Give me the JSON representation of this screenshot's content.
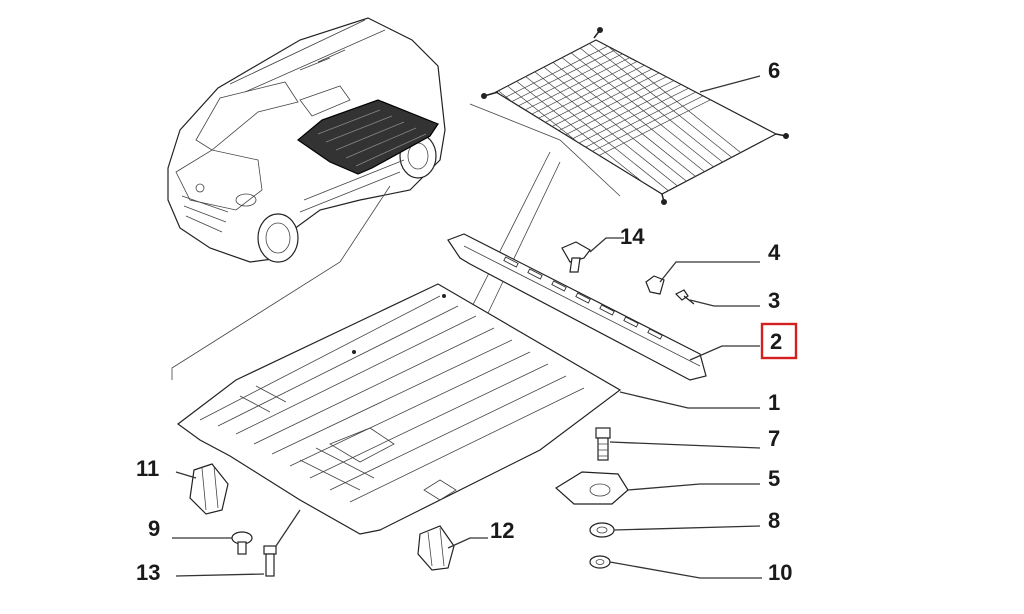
{
  "diagram": {
    "highlight_color": "#d21f1f",
    "callouts": [
      {
        "id": "c1",
        "label": "1"
      },
      {
        "id": "c2",
        "label": "2",
        "highlighted": true
      },
      {
        "id": "c3",
        "label": "3"
      },
      {
        "id": "c4",
        "label": "4"
      },
      {
        "id": "c5",
        "label": "5"
      },
      {
        "id": "c6",
        "label": "6"
      },
      {
        "id": "c7",
        "label": "7"
      },
      {
        "id": "c8",
        "label": "8"
      },
      {
        "id": "c9",
        "label": "9"
      },
      {
        "id": "c10",
        "label": "10"
      },
      {
        "id": "c11",
        "label": "11"
      },
      {
        "id": "c12",
        "label": "12"
      },
      {
        "id": "c13",
        "label": "13"
      },
      {
        "id": "c14",
        "label": "14"
      }
    ]
  }
}
